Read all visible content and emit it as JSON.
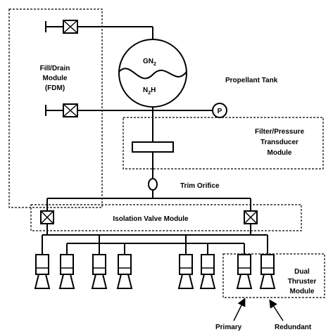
{
  "modules": {
    "fdm": {
      "line1": "Fill/Drain",
      "line2": "Module",
      "line3": "(FDM)"
    },
    "filter": {
      "line1": "Filter/Pressure",
      "line2": "Transducer",
      "line3": "Module"
    },
    "isolation": {
      "label": "Isolation Valve Module"
    },
    "dual_thruster": {
      "line1": "Dual",
      "line2": "Thruster",
      "line3": "Module"
    }
  },
  "tank": {
    "label": "Propellant Tank",
    "gas_base": "GN",
    "gas_sub": "2",
    "fuel_base": "N",
    "fuel_sub": "2",
    "fuel_tail": "H"
  },
  "pressure_symbol": "P",
  "trim_orifice": "Trim Orifice",
  "callouts": {
    "primary": "Primary",
    "redundant": "Redundant"
  }
}
